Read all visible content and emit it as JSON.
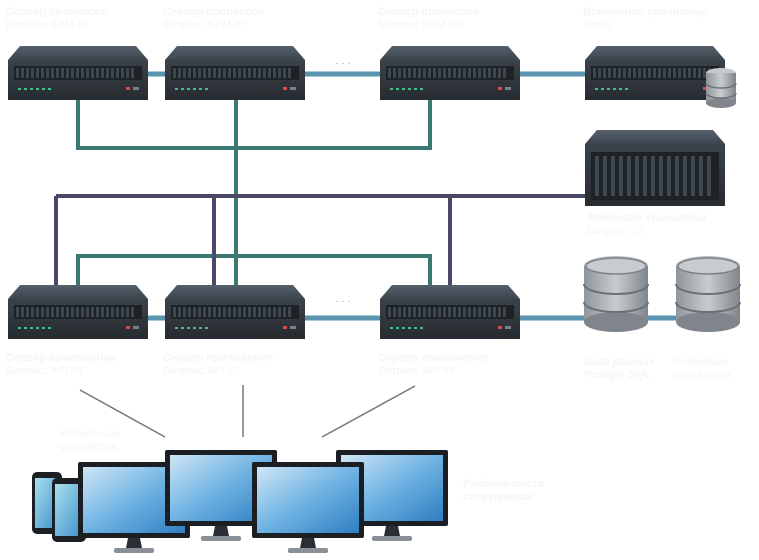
{
  "servers": {
    "bpm1": {
      "title": "Сервер процессов",
      "subtitle": "Битрикс BPM #1"
    },
    "bpm2": {
      "title": "Сервер процессов",
      "subtitle": "Битрикс BPM #2"
    },
    "bpmx": {
      "title": "Сервер процессов",
      "subtitle": "Битрикс BPM #X"
    },
    "cache": {
      "title": "Временное хранилище",
      "subtitle": "Redis"
    },
    "files": {
      "title": "Файловое хранилище",
      "subtitle": "Битрикс S3"
    },
    "api1": {
      "title": "Сервер приложения",
      "subtitle": "Битрикс API #1"
    },
    "api2": {
      "title": "Сервер приложения",
      "subtitle": "Битрикс API #2"
    },
    "apix": {
      "title": "Сервер приложения",
      "subtitle": "Битрикс API #X"
    }
  },
  "database": {
    "title": "База данных",
    "subtitle": "Postgre SQL"
  },
  "replica": {
    "title": "Резервные",
    "subtitle": "хранилища"
  },
  "mobile": {
    "line1": "Мобильные",
    "line2": "устройства"
  },
  "workplaces": {
    "line1": "Рабочие места",
    "line2": "сотрудников"
  },
  "ellipsis": "· · ·",
  "colors": {
    "green_link": "#3a7a72",
    "purple_link": "#4a4866",
    "blue_link": "#5a93b0",
    "server_body": "#2c3238",
    "server_top": "#4a5560",
    "label_text": "#f4f5f6"
  }
}
